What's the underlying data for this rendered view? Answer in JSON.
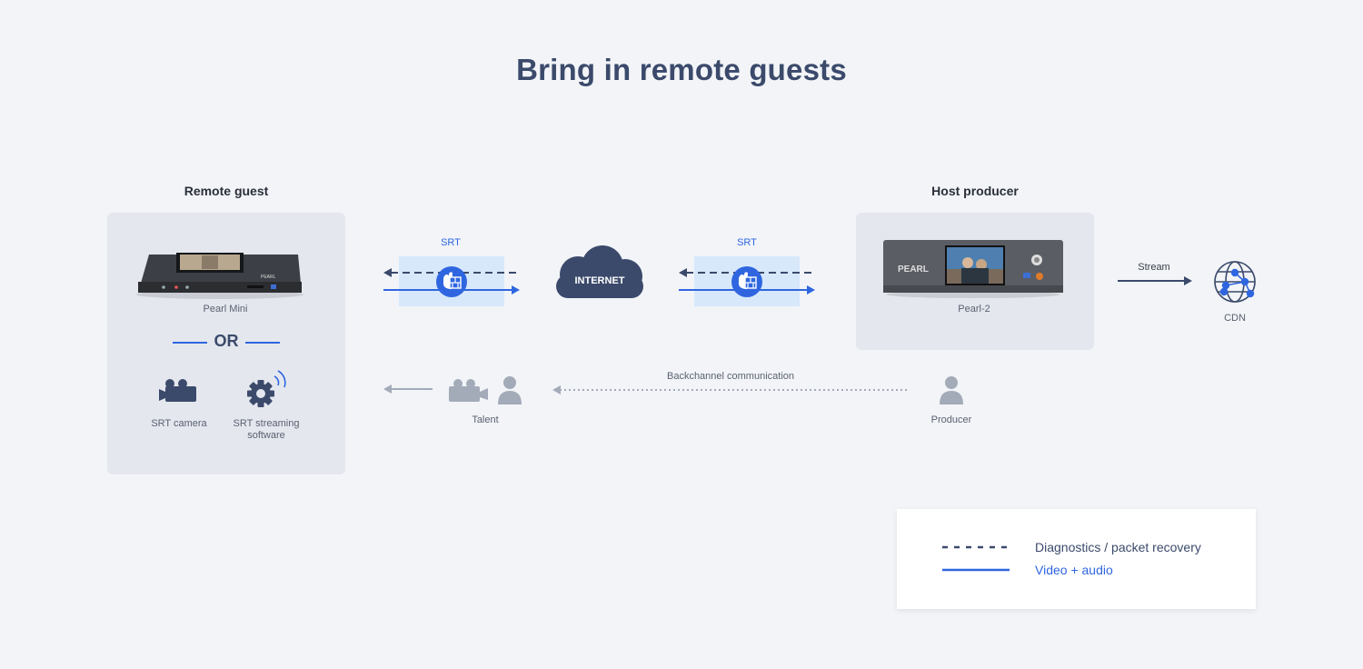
{
  "title": "Bring in remote guests",
  "remote_guest": {
    "heading": "Remote guest",
    "device_caption": "Pearl Mini",
    "device_badge": "PEARL",
    "or_text": "OR",
    "camera_caption": "SRT camera",
    "software_caption": "SRT streaming software"
  },
  "host_producer": {
    "heading": "Host producer",
    "device_caption": "Pearl-2",
    "device_badge": "PEARL"
  },
  "links": {
    "srt_left": "SRT",
    "srt_right": "SRT",
    "internet": "INTERNET",
    "stream": "Stream",
    "cdn": "CDN",
    "backchannel": "Backchannel communication",
    "talent": "Talent",
    "producer": "Producer"
  },
  "legend": {
    "diagnostics": "Diagnostics / packet recovery",
    "video_audio": "Video + audio"
  },
  "colors": {
    "navy": "#3b4a6b",
    "blue": "#2f66e0",
    "grey_icon": "#a3abb9",
    "panel": "#e4e7ee"
  }
}
